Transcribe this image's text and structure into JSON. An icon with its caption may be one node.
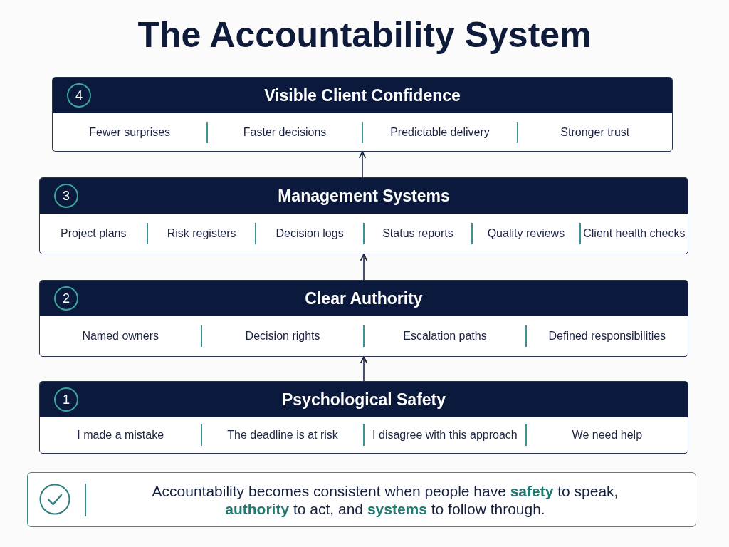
{
  "diagram": {
    "title": "The Accountability System",
    "nodes": [
      {
        "text": [
          "Visible Client Confidence",
          "Fewer surprises",
          "Faster decisions",
          "Predictable delivery",
          "Stronger trust"
        ]
      },
      {
        "text": [
          "4"
        ],
        "in": 0
      },
      {
        "text": [
          "Management Systems",
          "Project plans",
          "Risk registers",
          "Decision logs",
          "Status reports",
          "Quality reviews",
          "Client health checks"
        ]
      },
      {
        "text": [
          "3"
        ],
        "in": 2
      },
      {
        "text": [
          "Clear Authority",
          "Named owners",
          "Decision rights",
          "Escalation paths",
          "Defined responsibilities"
        ]
      },
      {
        "text": [
          "2"
        ],
        "in": 4
      },
      {
        "text": [
          "Psychological Safety",
          "I made a mistake",
          "The deadline is at risk",
          "I disagree with this approach",
          "We need help"
        ]
      },
      {
        "text": [
          "1"
        ],
        "in": 6
      },
      {
        "text": [
          "Accountability becomes consistent when people have **safety** to speak, **authority** to act, and **systems** to follow through."
        ]
      }
    ],
    "edges": [
      {
        "from": 6,
        "to": 4,
        "arrow": "to"
      },
      {
        "from": 4,
        "to": 2,
        "arrow": "to"
      },
      {
        "from": 2,
        "to": 0,
        "arrow": "to"
      }
    ]
  }
}
